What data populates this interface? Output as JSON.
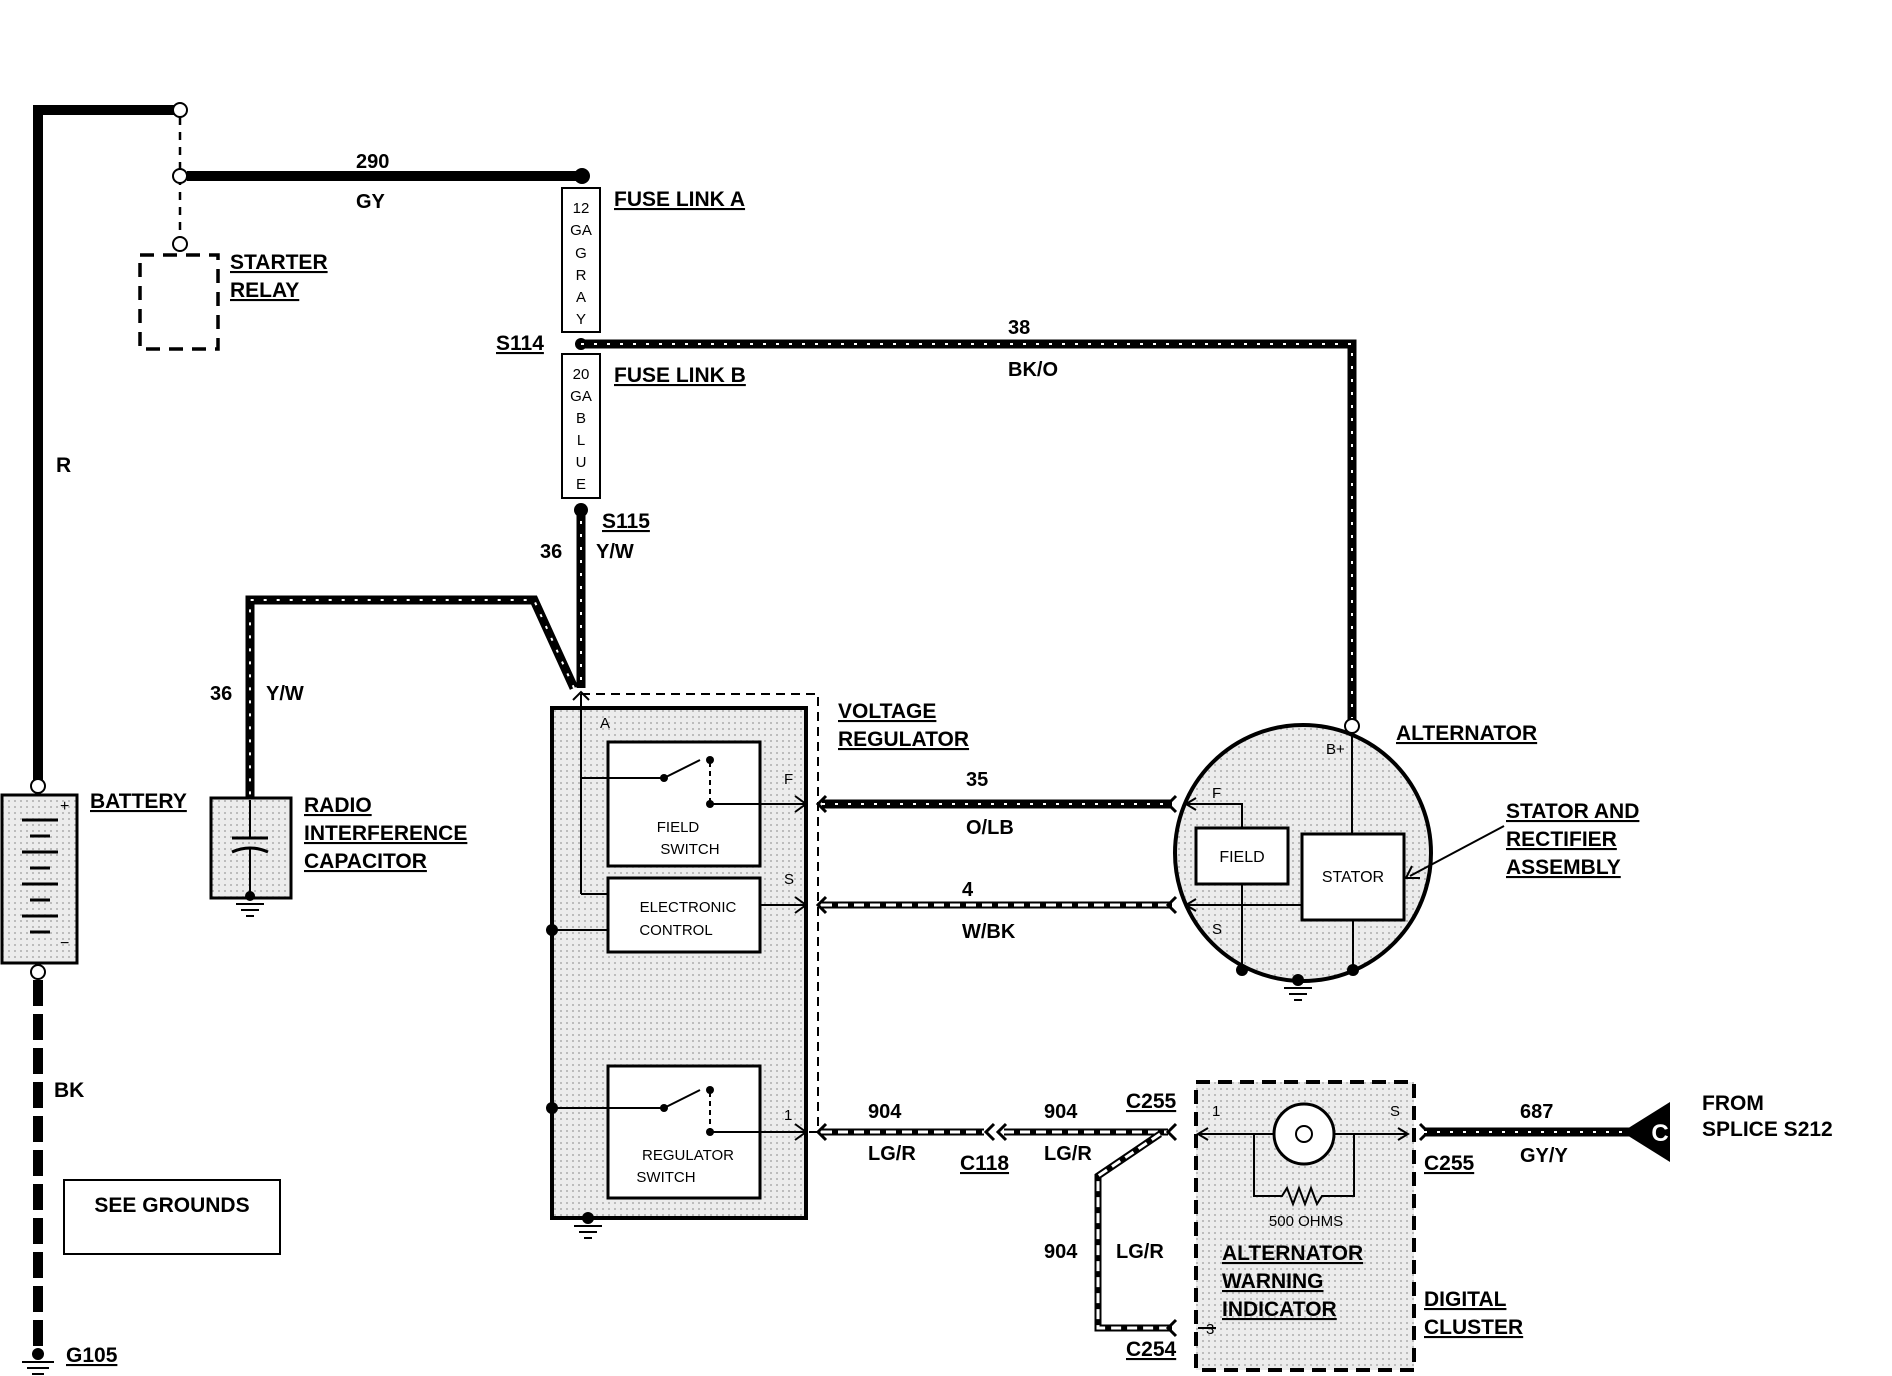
{
  "diagram": {
    "battery": "BATTERY",
    "battery_plus": "+",
    "battery_minus": "−",
    "wire_r": "R",
    "wire_bk": "BK",
    "see_grounds": "SEE GROUNDS",
    "g105": "G105",
    "starter_relay_1": "STARTER",
    "starter_relay_2": "RELAY",
    "w290_num": "290",
    "w290_color": "GY",
    "fuse_a": "FUSE LINK A",
    "fuse_a_text": [
      "12",
      "GA",
      "G",
      "R",
      "A",
      "Y"
    ],
    "s114": "S114",
    "fuse_b": "FUSE LINK B",
    "fuse_b_text": [
      "20",
      "GA",
      "B",
      "L",
      "U",
      "E"
    ],
    "w38_num": "38",
    "w38_color": "BK/O",
    "s115": "S115",
    "w36_num": "36",
    "w36_color": "Y/W",
    "w36b_num": "36",
    "w36b_color": "Y/W",
    "radio_cap_1": "RADIO",
    "radio_cap_2": "INTERFERENCE",
    "radio_cap_3": "CAPACITOR",
    "vr_1": "VOLTAGE",
    "vr_2": "REGULATOR",
    "pin_a": "A",
    "pin_f": "F",
    "pin_s": "S",
    "pin_1": "1",
    "field_switch_1": "FIELD",
    "field_switch_2": "SWITCH",
    "electronic_1": "ELECTRONIC",
    "electronic_2": "CONTROL",
    "regulator_1": "REGULATOR",
    "regulator_2": "SWITCH",
    "w35_num": "35",
    "w35_color": "O/LB",
    "w4_num": "4",
    "w4_color": "W/BK",
    "alternator": "ALTERNATOR",
    "alt_bplus": "B+",
    "alt_f": "F",
    "alt_s": "S",
    "field": "FIELD",
    "stator": "STATOR",
    "stator_rect_1": "STATOR AND",
    "stator_rect_2": "RECTIFIER",
    "stator_rect_3": "ASSEMBLY",
    "w904a_num": "904",
    "w904a_color": "LG/R",
    "c118": "C118",
    "w904b_num": "904",
    "w904b_color": "LG/R",
    "c255a": "C255",
    "w904c_num": "904",
    "w904c_color": "LG/R",
    "c254": "C254",
    "ind_pin1": "1",
    "ind_pins": "S",
    "ind_pin3": "3",
    "ohms": "500 OHMS",
    "awi_1": "ALTERNATOR",
    "awi_2": "WARNING",
    "awi_3": "INDICATOR",
    "c255b": "C255",
    "w687_num": "687",
    "w687_color": "GY/Y",
    "splice_c": "C",
    "from_1": "FROM",
    "from_2": "SPLICE S212",
    "digital_1": "DIGITAL",
    "digital_2": "CLUSTER"
  }
}
